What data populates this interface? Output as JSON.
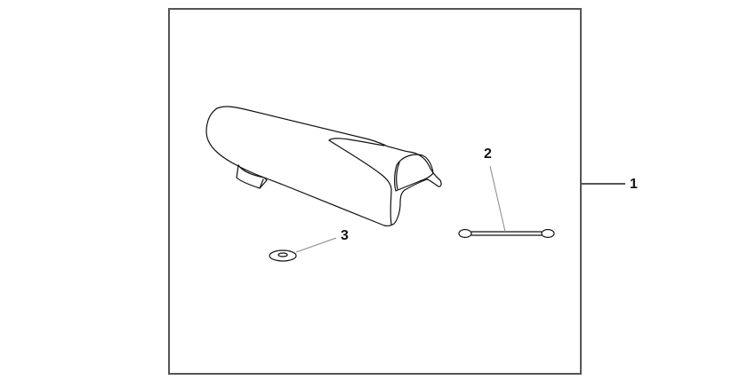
{
  "diagram": {
    "type": "exploded-parts-diagram",
    "parts": [
      {
        "callout": "1",
        "name": "seat-cowl-kit-assembly"
      },
      {
        "callout": "2",
        "name": "wire-cable"
      },
      {
        "callout": "3",
        "name": "washer"
      }
    ]
  },
  "labels": {
    "part1": "1",
    "part2": "2",
    "part3": "3"
  },
  "colors": {
    "line": "#111111",
    "leader": "#888888",
    "frame": "#555555"
  }
}
